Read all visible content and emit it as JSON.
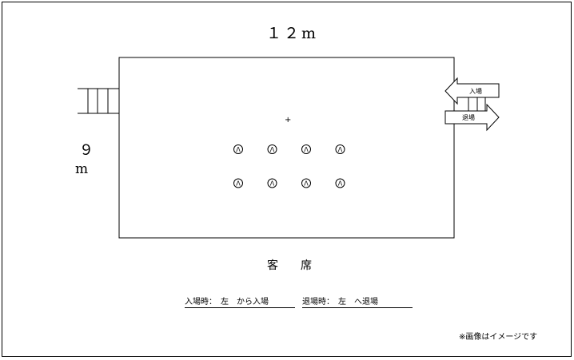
{
  "dimensions": {
    "width": "１２m",
    "height_number": "９",
    "height_unit": "m"
  },
  "audience_label": "客席",
  "arrows": {
    "enter": "入場",
    "exit": "退場"
  },
  "center_mark": "+",
  "performers": {
    "symbol": "Λ",
    "rows": 2,
    "per_row": 4
  },
  "notes": {
    "entry": "入場時：　左　から入場",
    "exit": "退場時：　左　へ退場",
    "disclaimer": "※画像はイメージです"
  }
}
